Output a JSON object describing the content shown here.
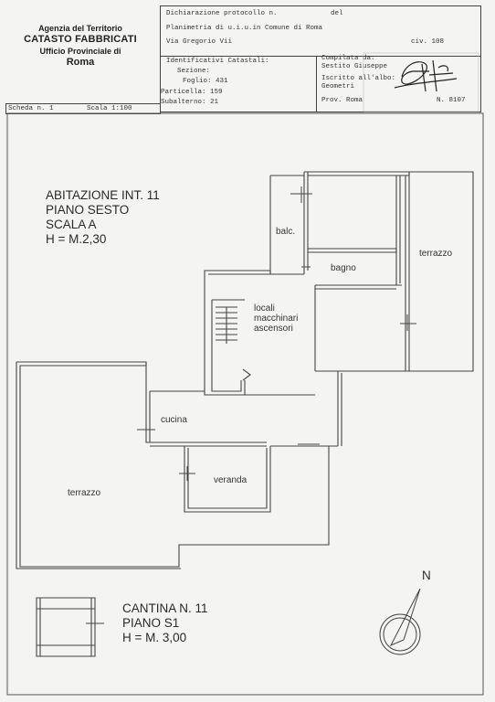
{
  "agency": {
    "line1": "Agenzia del Territorio",
    "line2": "CATASTO FABBRICATI",
    "line3": "Ufficio Provinciale di",
    "line4": "Roma"
  },
  "header": {
    "dichiarazione": "Dichiarazione protocollo n.",
    "del": "del",
    "planimetria": "Planimetria di u.i.u.in Comune di Roma",
    "via": "Via Gregorio Vii",
    "civ": "civ. 108",
    "identificativi": "Identificativi Catastali:",
    "sezione": "Sezione:",
    "foglio": "Foglio: 431",
    "particella": "Particella: 159",
    "subalterno": "Subalterno: 21",
    "compilata": "Compilata da:",
    "compilatore": "Sestito Giuseppe",
    "iscritto": "Iscritto all'albo:",
    "albo": "Geometri",
    "prov": "Prov. Roma",
    "numero": "N.  8107"
  },
  "scheda": {
    "numero": "Scheda n. 1",
    "scala": "Scala 1:100"
  },
  "plan": {
    "title1": "ABITAZIONE  INT. 11",
    "title2": "PIANO SESTO",
    "title3": "SCALA  A",
    "title4": "H = M.2,30",
    "balc": "balc.",
    "bagno": "bagno",
    "terrazzo_right": "terrazzo",
    "locali1": "locali",
    "locali2": "macchinari",
    "locali3": "ascensori",
    "cucina": "cucina",
    "veranda": "veranda",
    "terrazzo_left": "terrazzo",
    "cantina1": "CANTINA N. 11",
    "cantina2": "PIANO S1",
    "cantina3": "H = M. 3,00",
    "north": "N"
  }
}
